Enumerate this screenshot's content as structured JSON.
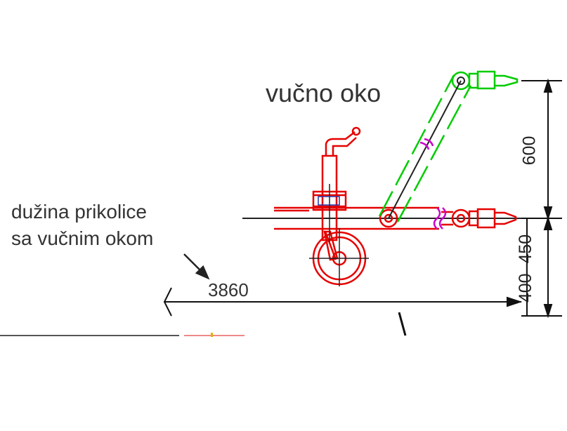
{
  "diagram": {
    "title": "vučno oko",
    "length_label": [
      "dužina prikolice",
      "sa vučnim okom"
    ],
    "dimensions": {
      "total_length": "3860",
      "upper_height": "600",
      "lower_height": "400–450"
    },
    "colors": {
      "drawbar": "#e60000",
      "raised_drawbar": "#00cc00",
      "break_mark": "#cc00cc",
      "dimension_line": "#111111",
      "text": "#333333"
    }
  }
}
